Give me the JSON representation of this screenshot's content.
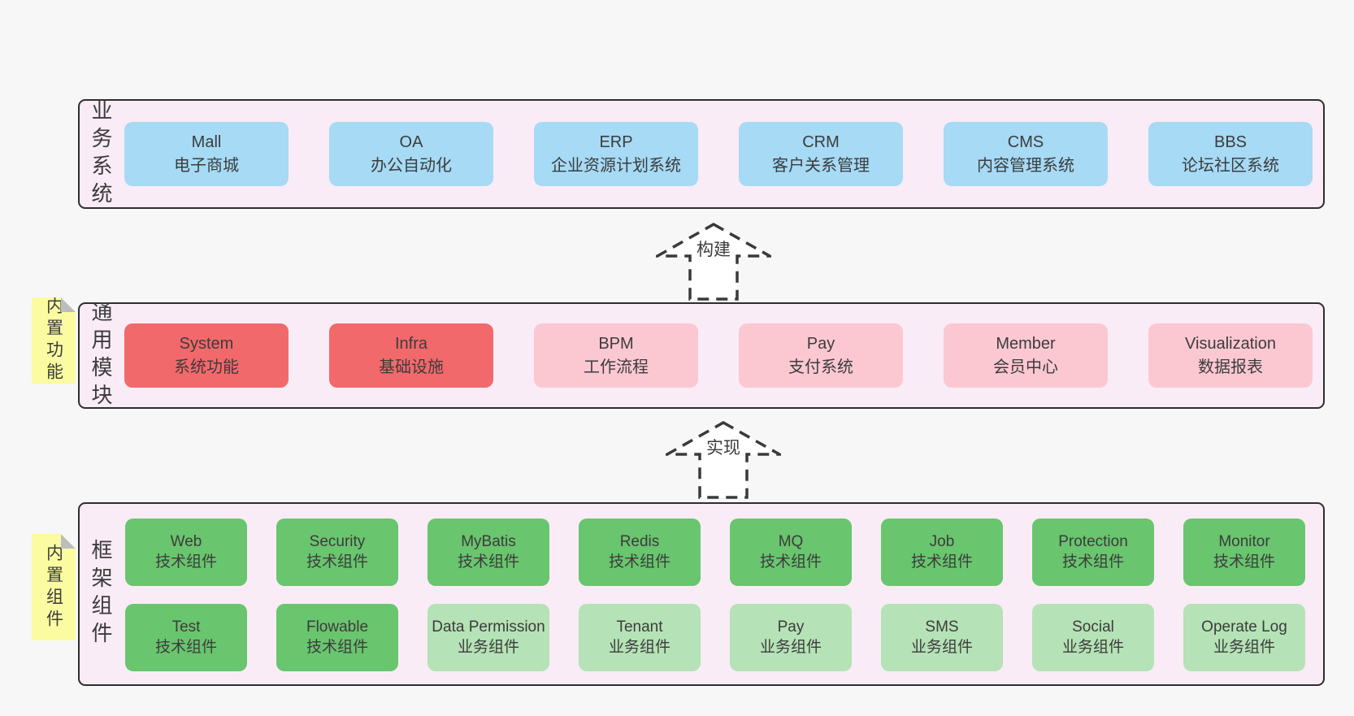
{
  "colors": {
    "page_bg": "#f7f7f7",
    "panel_bg": "#f9ecf6",
    "blue": "#a6daf5",
    "red": "#f2696b",
    "pink": "#fbc8d2",
    "green": "#69c56e",
    "green_light": "#b5e2b6",
    "yellow_note": "#fbfca2",
    "note_fold": "#bdbdbd"
  },
  "arrows": {
    "build": "构建",
    "implement": "实现"
  },
  "sections": {
    "business": {
      "side_label": "业务系统",
      "items": [
        {
          "name": "Mall",
          "desc": "电子商城"
        },
        {
          "name": "OA",
          "desc": "办公自动化"
        },
        {
          "name": "ERP",
          "desc": "企业资源计划系统"
        },
        {
          "name": "CRM",
          "desc": "客户关系管理"
        },
        {
          "name": "CMS",
          "desc": "内容管理系统"
        },
        {
          "name": "BBS",
          "desc": "论坛社区系统"
        }
      ]
    },
    "modules": {
      "note": "内置功能",
      "side_label": "通用模块",
      "items": [
        {
          "name": "System",
          "desc": "系统功能",
          "variant": "red"
        },
        {
          "name": "Infra",
          "desc": "基础设施",
          "variant": "red"
        },
        {
          "name": "BPM",
          "desc": "工作流程",
          "variant": "pink"
        },
        {
          "name": "Pay",
          "desc": "支付系统",
          "variant": "pink"
        },
        {
          "name": "Member",
          "desc": "会员中心",
          "variant": "pink"
        },
        {
          "name": "Visualization",
          "desc": "数据报表",
          "variant": "pink"
        }
      ]
    },
    "components": {
      "note": "内置组件",
      "side_label": "框架组件",
      "row1": [
        {
          "name": "Web",
          "desc": "技术组件",
          "variant": "green"
        },
        {
          "name": "Security",
          "desc": "技术组件",
          "variant": "green"
        },
        {
          "name": "MyBatis",
          "desc": "技术组件",
          "variant": "green"
        },
        {
          "name": "Redis",
          "desc": "技术组件",
          "variant": "green"
        },
        {
          "name": "MQ",
          "desc": "技术组件",
          "variant": "green"
        },
        {
          "name": "Job",
          "desc": "技术组件",
          "variant": "green"
        },
        {
          "name": "Protection",
          "desc": "技术组件",
          "variant": "green"
        },
        {
          "name": "Monitor",
          "desc": "技术组件",
          "variant": "green"
        }
      ],
      "row2": [
        {
          "name": "Test",
          "desc": "技术组件",
          "variant": "green"
        },
        {
          "name": "Flowable",
          "desc": "技术组件",
          "variant": "green"
        },
        {
          "name": "Data Permission",
          "desc": "业务组件",
          "variant": "green_light"
        },
        {
          "name": "Tenant",
          "desc": "业务组件",
          "variant": "green_light"
        },
        {
          "name": "Pay",
          "desc": "业务组件",
          "variant": "green_light"
        },
        {
          "name": "SMS",
          "desc": "业务组件",
          "variant": "green_light"
        },
        {
          "name": "Social",
          "desc": "业务组件",
          "variant": "green_light"
        },
        {
          "name": "Operate Log",
          "desc": "业务组件",
          "variant": "green_light"
        }
      ]
    }
  }
}
